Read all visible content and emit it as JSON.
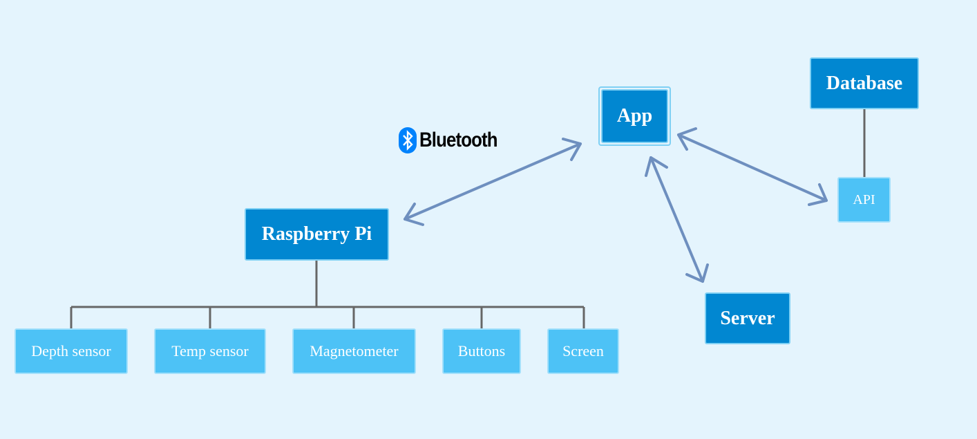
{
  "nodes": {
    "app": "App",
    "database": "Database",
    "api": "API",
    "raspberry_pi": "Raspberry Pi",
    "server": "Server",
    "depth_sensor": "Depth sensor",
    "temp_sensor": "Temp sensor",
    "magnetometer": "Magnetometer",
    "buttons": "Buttons",
    "screen": "Screen"
  },
  "bluetooth": {
    "label": "Bluetooth",
    "icon": "bluetooth-icon"
  },
  "colors": {
    "background": "#e4f4fd",
    "primary_node": "#0187d1",
    "secondary_node": "#4dc2f6",
    "node_border": "#7fd0f4",
    "arrow": "#6e8fbf",
    "connector": "#666666",
    "bluetooth_brand": "#0082fc"
  }
}
